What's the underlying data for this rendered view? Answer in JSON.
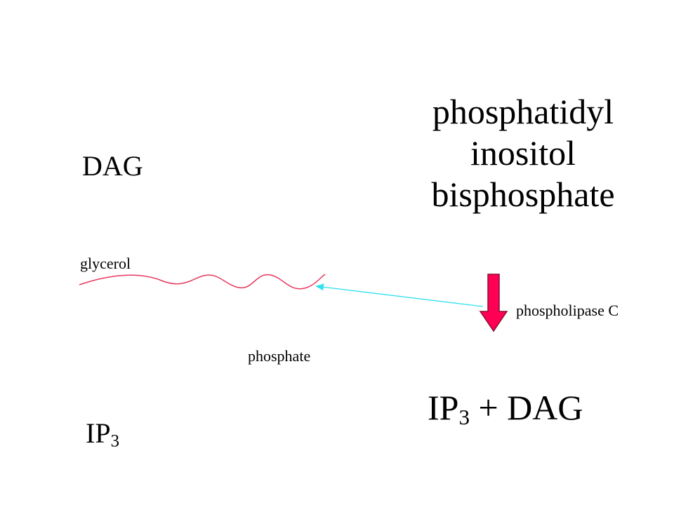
{
  "title": {
    "lines": [
      "phosphatidyl",
      "inositol",
      "bisphosphate"
    ]
  },
  "labels": {
    "dag": "DAG",
    "glycerol": "glycerol",
    "phosphate": "phosphate",
    "enzyme": "phospholipase C",
    "ip3_base": "IP",
    "ip3_sub": "3"
  },
  "products": {
    "ip3_base": "IP",
    "ip3_sub": "3",
    "rest": " + DAG"
  },
  "colors": {
    "wave": "#e8385f",
    "pointer_arrow": "#33e0f0",
    "reaction_arrow_fill": "#ff0055",
    "reaction_arrow_stroke": "#8a1030",
    "text": "#000000",
    "background": "#ffffff"
  }
}
